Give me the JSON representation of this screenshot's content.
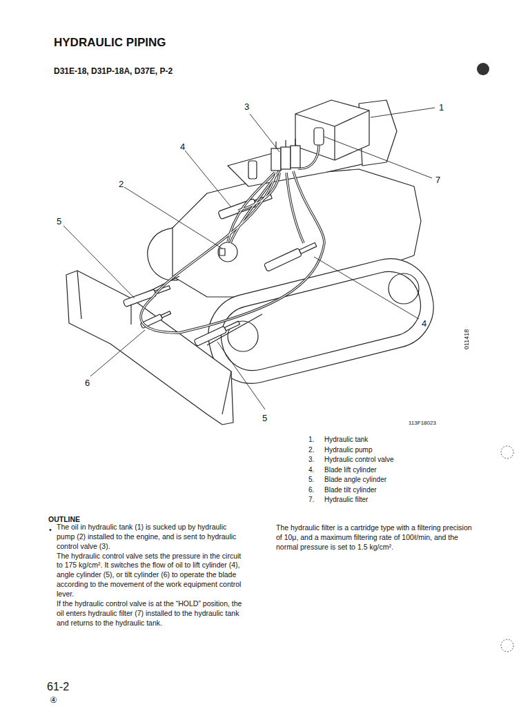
{
  "diagram": {
    "title": "HYDRAULIC PIPING",
    "labels": [
      "D31E-18, D31P-18A, D37E, P-2",
      "3",
      "1",
      "4",
      "2",
      "7",
      "5",
      "4",
      "6",
      "5",
      "113F18023",
      "011418",
      "1.",
      "Hydraulic tank",
      "2.",
      "Hydraulic pump",
      "3.",
      "Hydraulic control valve",
      "4.",
      "Blade lift cylinder",
      "5.",
      "Blade angle cylinder",
      "6.",
      "Blade tilt cylinder",
      "7.",
      "Hydraulic filter",
      "OUTLINE",
      "•",
      "The oil in hydraulic tank (1) is sucked up by hydraulic pump (2) installed to the engine, and is sent to hydraulic control valve (3).",
      "The hydraulic control valve sets the pressure in the circuit to 175 kg/cm². It switches the flow of oil to lift cylinder (4), angle cylinder (5), or tilt cylinder (6) to operate the blade according to the movement of the work equipment control lever.",
      "If the hydraulic control valve is at the “HOLD” position, the oil enters hydraulic filter (7) installed to the hydraulic tank and returns to the hydraulic tank.",
      "The hydraulic filter is a cartridge type with a filtering precision of 10μ, and a maximum filtering rate of 100ℓ/min, and the normal pressure is set to 1.5 kg/cm².",
      "61-2",
      "④"
    ]
  }
}
